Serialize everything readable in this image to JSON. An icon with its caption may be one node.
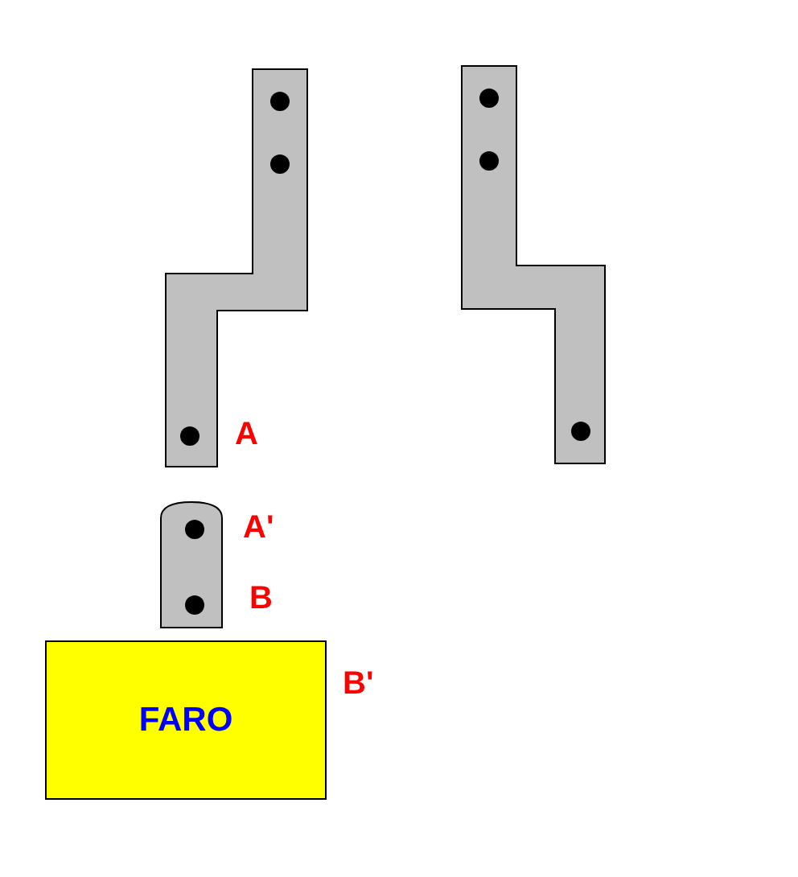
{
  "diagram": {
    "nodes": [
      {
        "text": [
          "FARO"
        ]
      }
    ],
    "labels": [
      "A",
      "A'",
      "B",
      "B'"
    ]
  }
}
